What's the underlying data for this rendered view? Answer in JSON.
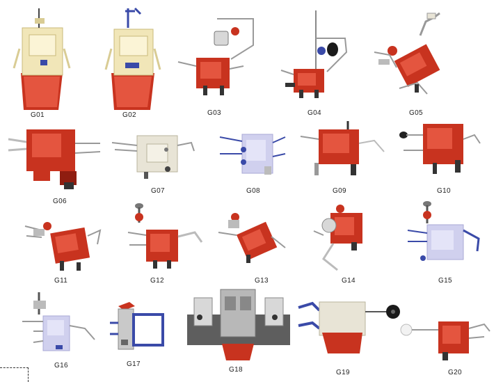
{
  "colors": {
    "red": "#c8331f",
    "red_dark": "#8f1d10",
    "cream": "#f1e6b8",
    "blue": "#3a4aa8",
    "silver": "#c9c9c9",
    "lavender": "#c8c8ec",
    "beige": "#e8e4d6"
  },
  "items": [
    {
      "code": "G01"
    },
    {
      "code": "G02"
    },
    {
      "code": "G03"
    },
    {
      "code": "G04"
    },
    {
      "code": "G05"
    },
    {
      "code": "G06"
    },
    {
      "code": "G07"
    },
    {
      "code": "G08"
    },
    {
      "code": "G09"
    },
    {
      "code": "G10"
    },
    {
      "code": "G11"
    },
    {
      "code": "G12"
    },
    {
      "code": "G13"
    },
    {
      "code": "G14"
    },
    {
      "code": "G15"
    },
    {
      "code": "G16"
    },
    {
      "code": "G17"
    },
    {
      "code": "G18"
    },
    {
      "code": "G19"
    },
    {
      "code": "G20"
    }
  ]
}
